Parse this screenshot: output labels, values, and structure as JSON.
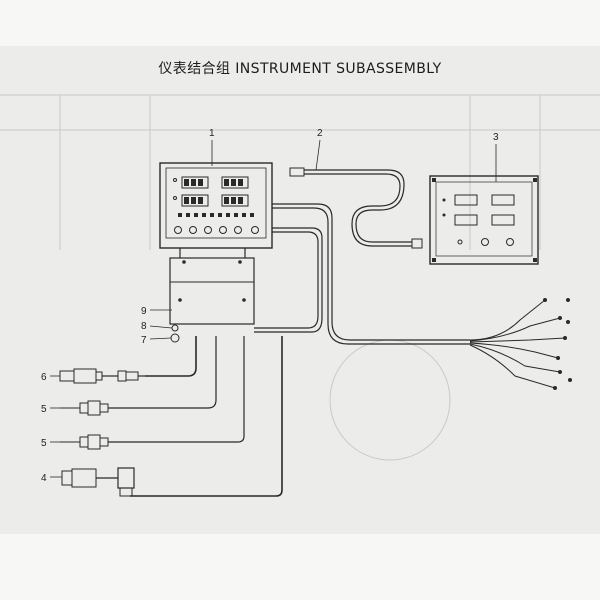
{
  "page": {
    "title": "仪表结合组    INSTRUMENT SUBASSEMBLY"
  },
  "diagram": {
    "callouts": [
      {
        "id": "c1",
        "label": "1",
        "part": "main-instrument-panel"
      },
      {
        "id": "c2",
        "label": "2",
        "part": "sensor-cable"
      },
      {
        "id": "c3",
        "label": "3",
        "part": "secondary-instrument-panel"
      },
      {
        "id": "c9",
        "label": "9",
        "part": "mounting-bracket"
      },
      {
        "id": "c8",
        "label": "8",
        "part": "bolt"
      },
      {
        "id": "c7",
        "label": "7",
        "part": "washer"
      },
      {
        "id": "c6",
        "label": "6",
        "part": "sensor"
      },
      {
        "id": "c5a",
        "label": "5",
        "part": "sensor"
      },
      {
        "id": "c5b",
        "label": "5",
        "part": "sensor"
      },
      {
        "id": "c4",
        "label": "4",
        "part": "sensor-with-connector"
      }
    ]
  },
  "colors": {
    "line": "#2a2a2a",
    "paper": "#ececea",
    "margin": "#f7f7f5",
    "ghost": "#c9c9c6"
  }
}
